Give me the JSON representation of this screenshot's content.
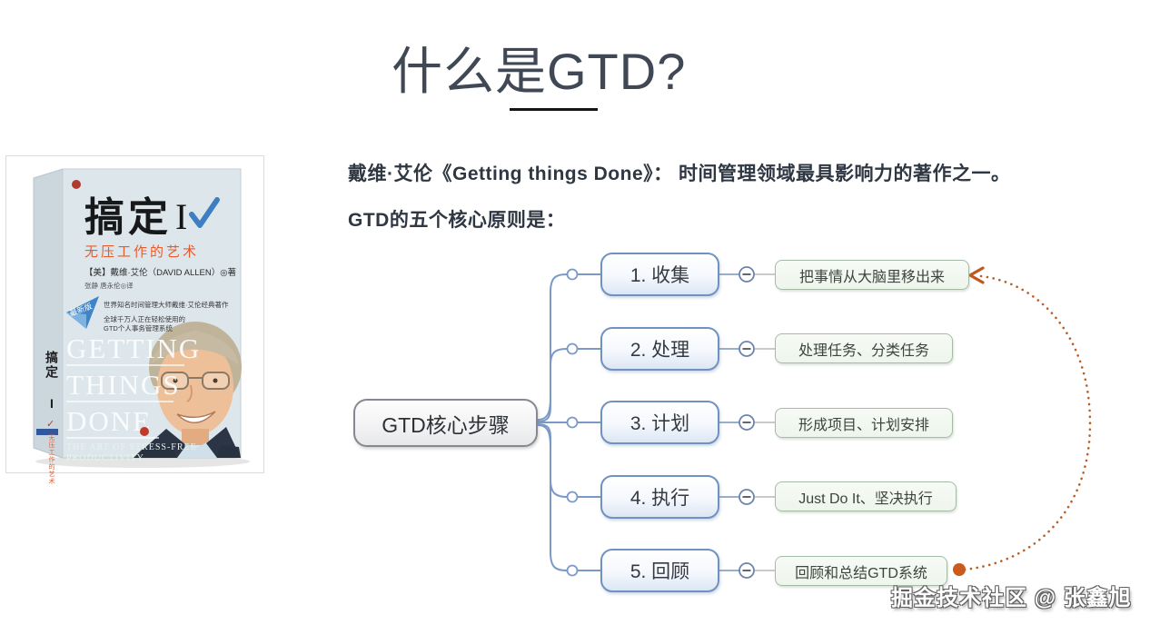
{
  "page": {
    "title": "什么是GTD?",
    "intro_line1": "戴维·艾伦《Getting things Done》： 时间管理领域最具影响力的著作之一。",
    "intro_line2": "GTD的五个核心原则是：",
    "watermark": "掘金技术社区 @ 张鑫旭"
  },
  "book": {
    "title": "搞定",
    "volume": "I",
    "subtitle": "无压工作的艺术",
    "author": "【美】戴维·艾伦（DAVID ALLEN）◎著",
    "translator": "张静 唐永伦◎译",
    "badge": "最新版",
    "tagline1": "世界知名时间管理大师戴维·艾伦经典著作",
    "tagline2": "全球千万人正在轻松使用的",
    "tagline3": "GTD个人事务管理系统",
    "english_title_line1": "GETTING",
    "english_title_line2": "THINGS",
    "english_title_line3": "DONE",
    "english_sub_line1": "THE ART OF STRESS-FREE",
    "english_sub_line2": "PRODUCTIVITY",
    "spine_title": "搞定 I",
    "spine_subtitle": "无压工作的艺术"
  },
  "mindmap": {
    "root": "GTD核心步骤",
    "steps": [
      {
        "label": "1. 收集",
        "detail": "把事情从大脑里移出来"
      },
      {
        "label": "2. 处理",
        "detail": "处理任务、分类任务"
      },
      {
        "label": "3. 计划",
        "detail": "形成项目、计划安排"
      },
      {
        "label": "4. 执行",
        "detail": "Just Do It、坚决执行"
      },
      {
        "label": "5. 回顾",
        "detail": "回顾和总结GTD系统"
      }
    ]
  },
  "icons": {
    "collapse_minus": "−",
    "loop_arrow": "‹",
    "check": "✓"
  },
  "colors": {
    "title_text": "#3f4854",
    "body_text": "#2e3742",
    "step_border": "#7191bf",
    "step_fill": "#dce6f4",
    "leaf_border": "#a5bba5",
    "leaf_fill": "#eef5ec",
    "root_border": "#85898f",
    "connector_blue": "#7b99c7",
    "connector_gray": "#c2c2c2",
    "loop_orange": "#c2561c",
    "book_subtitle_orange": "#e55c2e",
    "book_plane_blue": "#3f84c9"
  }
}
